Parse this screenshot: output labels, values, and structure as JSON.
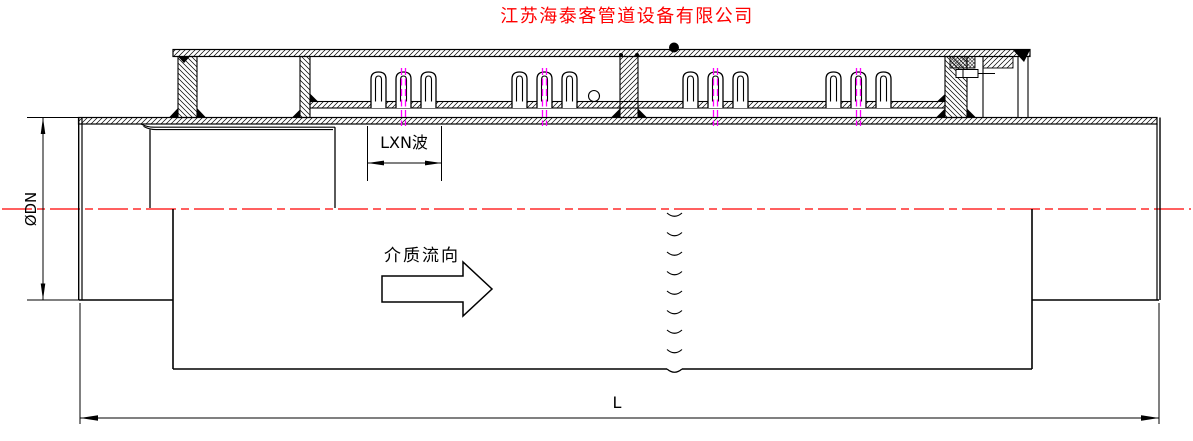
{
  "title": {
    "text": "江苏海泰客管道设备有限公司",
    "color": "#FF0000"
  },
  "labels": {
    "flow_direction": "介质流向",
    "bellows_length": "LXN波",
    "diameter": "ØDN",
    "overall_length": "L"
  },
  "drawing": {
    "type": "section-drawing",
    "subject": "sleeve-type bellows expansion joint (direct buried compensator)",
    "bellows_groups": 4,
    "convolutions_per_group": 3
  },
  "colors": {
    "line": "#000000",
    "centerline": "#FF0000",
    "bellows_centerline": "#FF00FF",
    "background": "#FFFFFF"
  }
}
